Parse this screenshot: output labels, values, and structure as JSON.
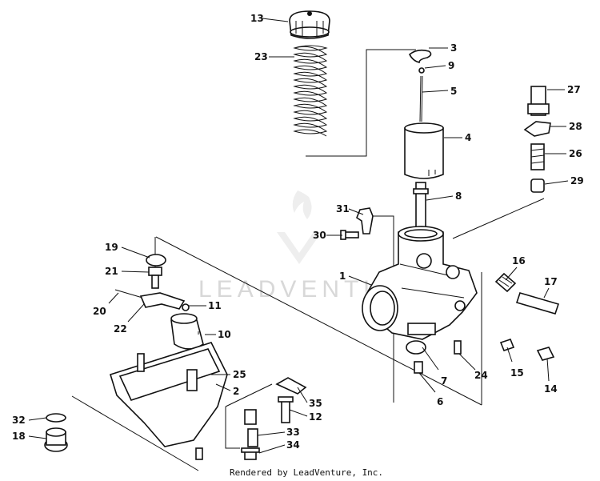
{
  "watermark": {
    "text": "LEADVENTURE"
  },
  "footer": {
    "credit": "Rendered by LeadVenture, Inc."
  },
  "colors": {
    "ink": "#111111",
    "watermark": "#d8d8d8",
    "background": "#ffffff"
  },
  "callouts": {
    "c1": "1",
    "c2": "2",
    "c3": "3",
    "c4": "4",
    "c5": "5",
    "c6": "6",
    "c7": "7",
    "c8": "8",
    "c9": "9",
    "c10": "10",
    "c11": "11",
    "c12": "12",
    "c13": "13",
    "c14": "14",
    "c15": "15",
    "c16": "16",
    "c17": "17",
    "c18": "18",
    "c19": "19",
    "c20": "20",
    "c21": "21",
    "c22": "22",
    "c23": "23",
    "c24": "24",
    "c25": "25",
    "c26": "26",
    "c27": "27",
    "c28": "28",
    "c29": "29",
    "c30": "30",
    "c31": "31",
    "c32": "32",
    "c33": "33",
    "c34": "34",
    "c35": "35"
  }
}
